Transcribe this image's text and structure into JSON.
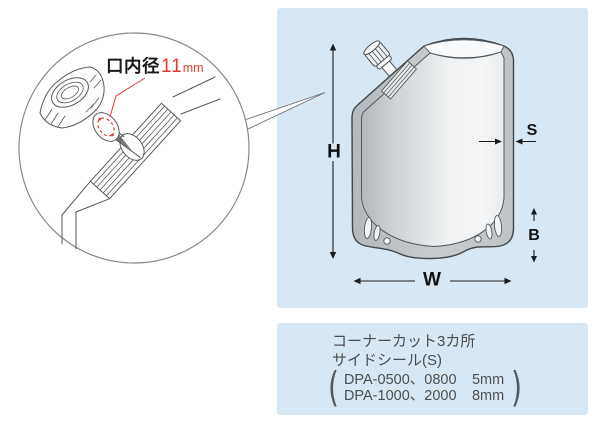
{
  "inset": {
    "label": {
      "text": "口内径",
      "value": "11",
      "unit": "mm"
    }
  },
  "pouch_diagram": {
    "height_label": "H",
    "width_label": "W",
    "seal_label": "S",
    "bottom_label": "B"
  },
  "spec_box": {
    "line1": "コーナーカット3カ所",
    "line2": "サイドシール(S)",
    "paren_open": "(",
    "paren_close": ")",
    "rows": [
      {
        "model": "DPA-0500、0800",
        "value": "5mm"
      },
      {
        "model": "DPA-1000、2000",
        "value": "8mm"
      }
    ]
  },
  "colors": {
    "panel_background": "#d7e8f4",
    "accent_red": "#e43a2e",
    "dimension_text": "#111111",
    "spec_text": "#4d4d4d"
  }
}
